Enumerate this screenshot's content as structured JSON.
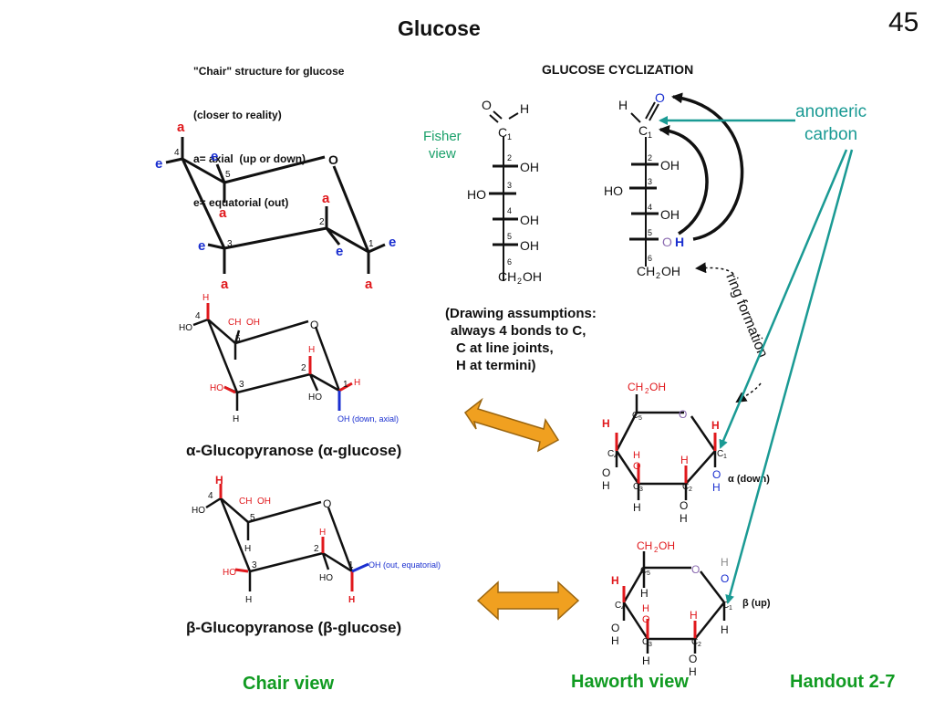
{
  "slide_number": "45",
  "title": "Glucose",
  "chair_note": [
    "\"Chair\" structure for glucose",
    "(closer to reality)",
    "a= axial  (up or down)",
    "e= equatorial (out)"
  ],
  "cyclization_title": "GLUCOSE CYCLIZATION",
  "fisher_label": [
    "Fisher",
    "view"
  ],
  "anomeric_label": [
    "anomeric",
    "carbon"
  ],
  "ring_formation": "ring formation",
  "assumptions": [
    "(Drawing assumptions:",
    "always 4 bonds to C,",
    "C at line joints,",
    "H at termini)"
  ],
  "alpha_caption": "α-Glucopyranose (α-glucose)",
  "beta_caption": "β-Glucopyranose (β-glucose)",
  "alpha_haworth_note": "α (down)",
  "beta_haworth_note": "β (up)",
  "alpha_oh_note": "OH (down, axial)",
  "beta_oh_note": "OH (out, equatorial)",
  "footer": {
    "chair": "Chair view",
    "haworth": "Haworth view",
    "handout": "Handout 2-7"
  },
  "colors": {
    "red": "#e0181c",
    "blue": "#1a2fd0",
    "teal": "#1a9a94",
    "green": "#119b22",
    "orange": "#f0a020"
  }
}
